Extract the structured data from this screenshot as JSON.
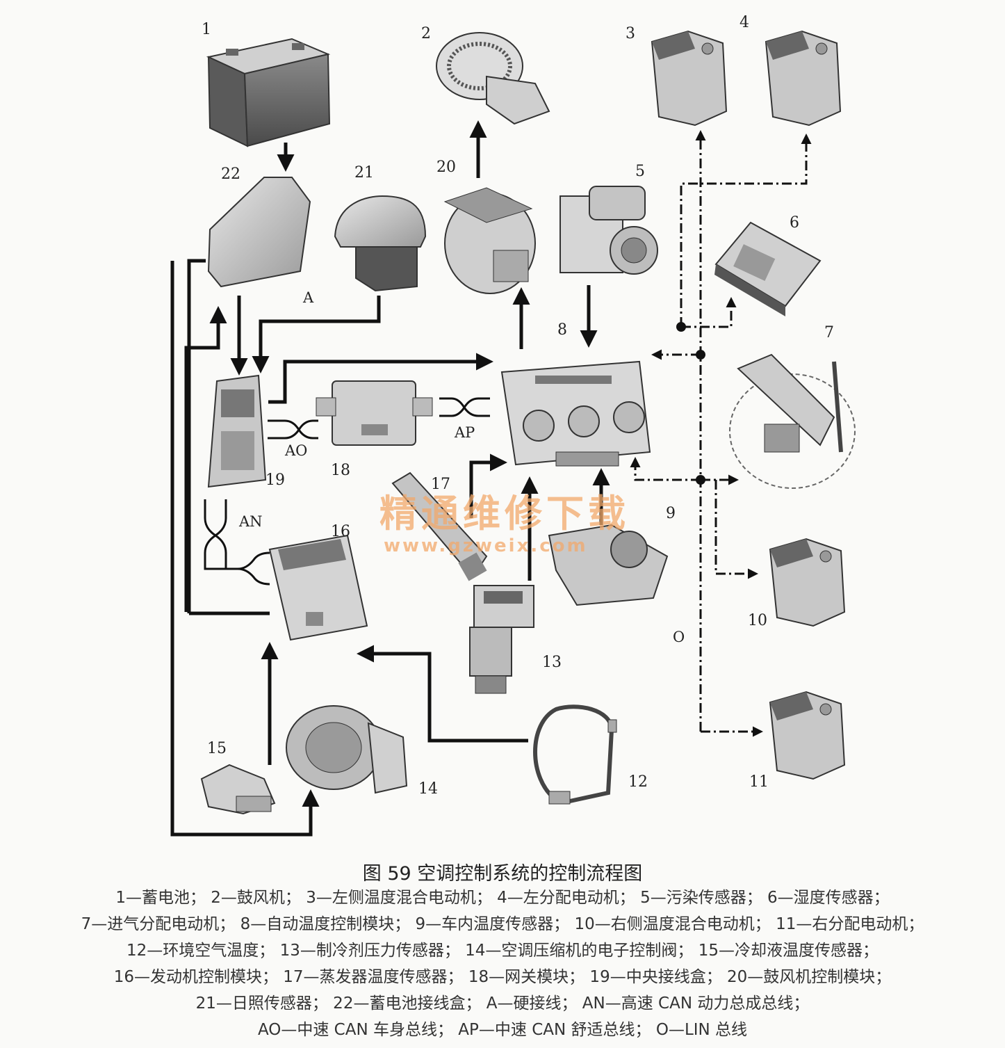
{
  "labels": {
    "c1": "1",
    "c2": "2",
    "c3": "3",
    "c4": "4",
    "c5": "5",
    "c6": "6",
    "c7": "7",
    "c8": "8",
    "c9": "9",
    "c10": "10",
    "c11": "11",
    "c12": "12",
    "c13": "13",
    "c14": "14",
    "c15": "15",
    "c16": "16",
    "c17": "17",
    "c18": "18",
    "c19": "19",
    "c20": "20",
    "c21": "21",
    "c22": "22"
  },
  "bus_labels": {
    "a": "A",
    "an": "AN",
    "ao": "AO",
    "ap": "AP",
    "o": "O"
  },
  "watermark": {
    "text": "精通维修下载",
    "url": "www.gzweix.com"
  },
  "caption": {
    "title": "图 59    空调控制系统的控制流程图",
    "lines": [
      "1—蓄电池；  2—鼓风机；  3—左侧温度混合电动机；  4—左分配电动机；  5—污染传感器；  6—湿度传感器；",
      "7—进气分配电动机；  8—自动温度控制模块；  9—车内温度传感器；  10—右侧温度混合电动机；  11—右分配电动机；",
      "12—环境空气温度；  13—制冷剂压力传感器；  14—空调压缩机的电子控制阀；  15—冷却液温度传感器；",
      "16—发动机控制模块；  17—蒸发器温度传感器；  18—网关模块；  19—中央接线盒；  20—鼓风机控制模块；",
      "21—日照传感器；  22—蓄电池接线盒；  A—硬接线；  AN—高速 CAN 动力总成总线；",
      "AO—中速 CAN 车身总线；  AP—中速 CAN 舒适总线；  O—LIN 总线"
    ]
  }
}
